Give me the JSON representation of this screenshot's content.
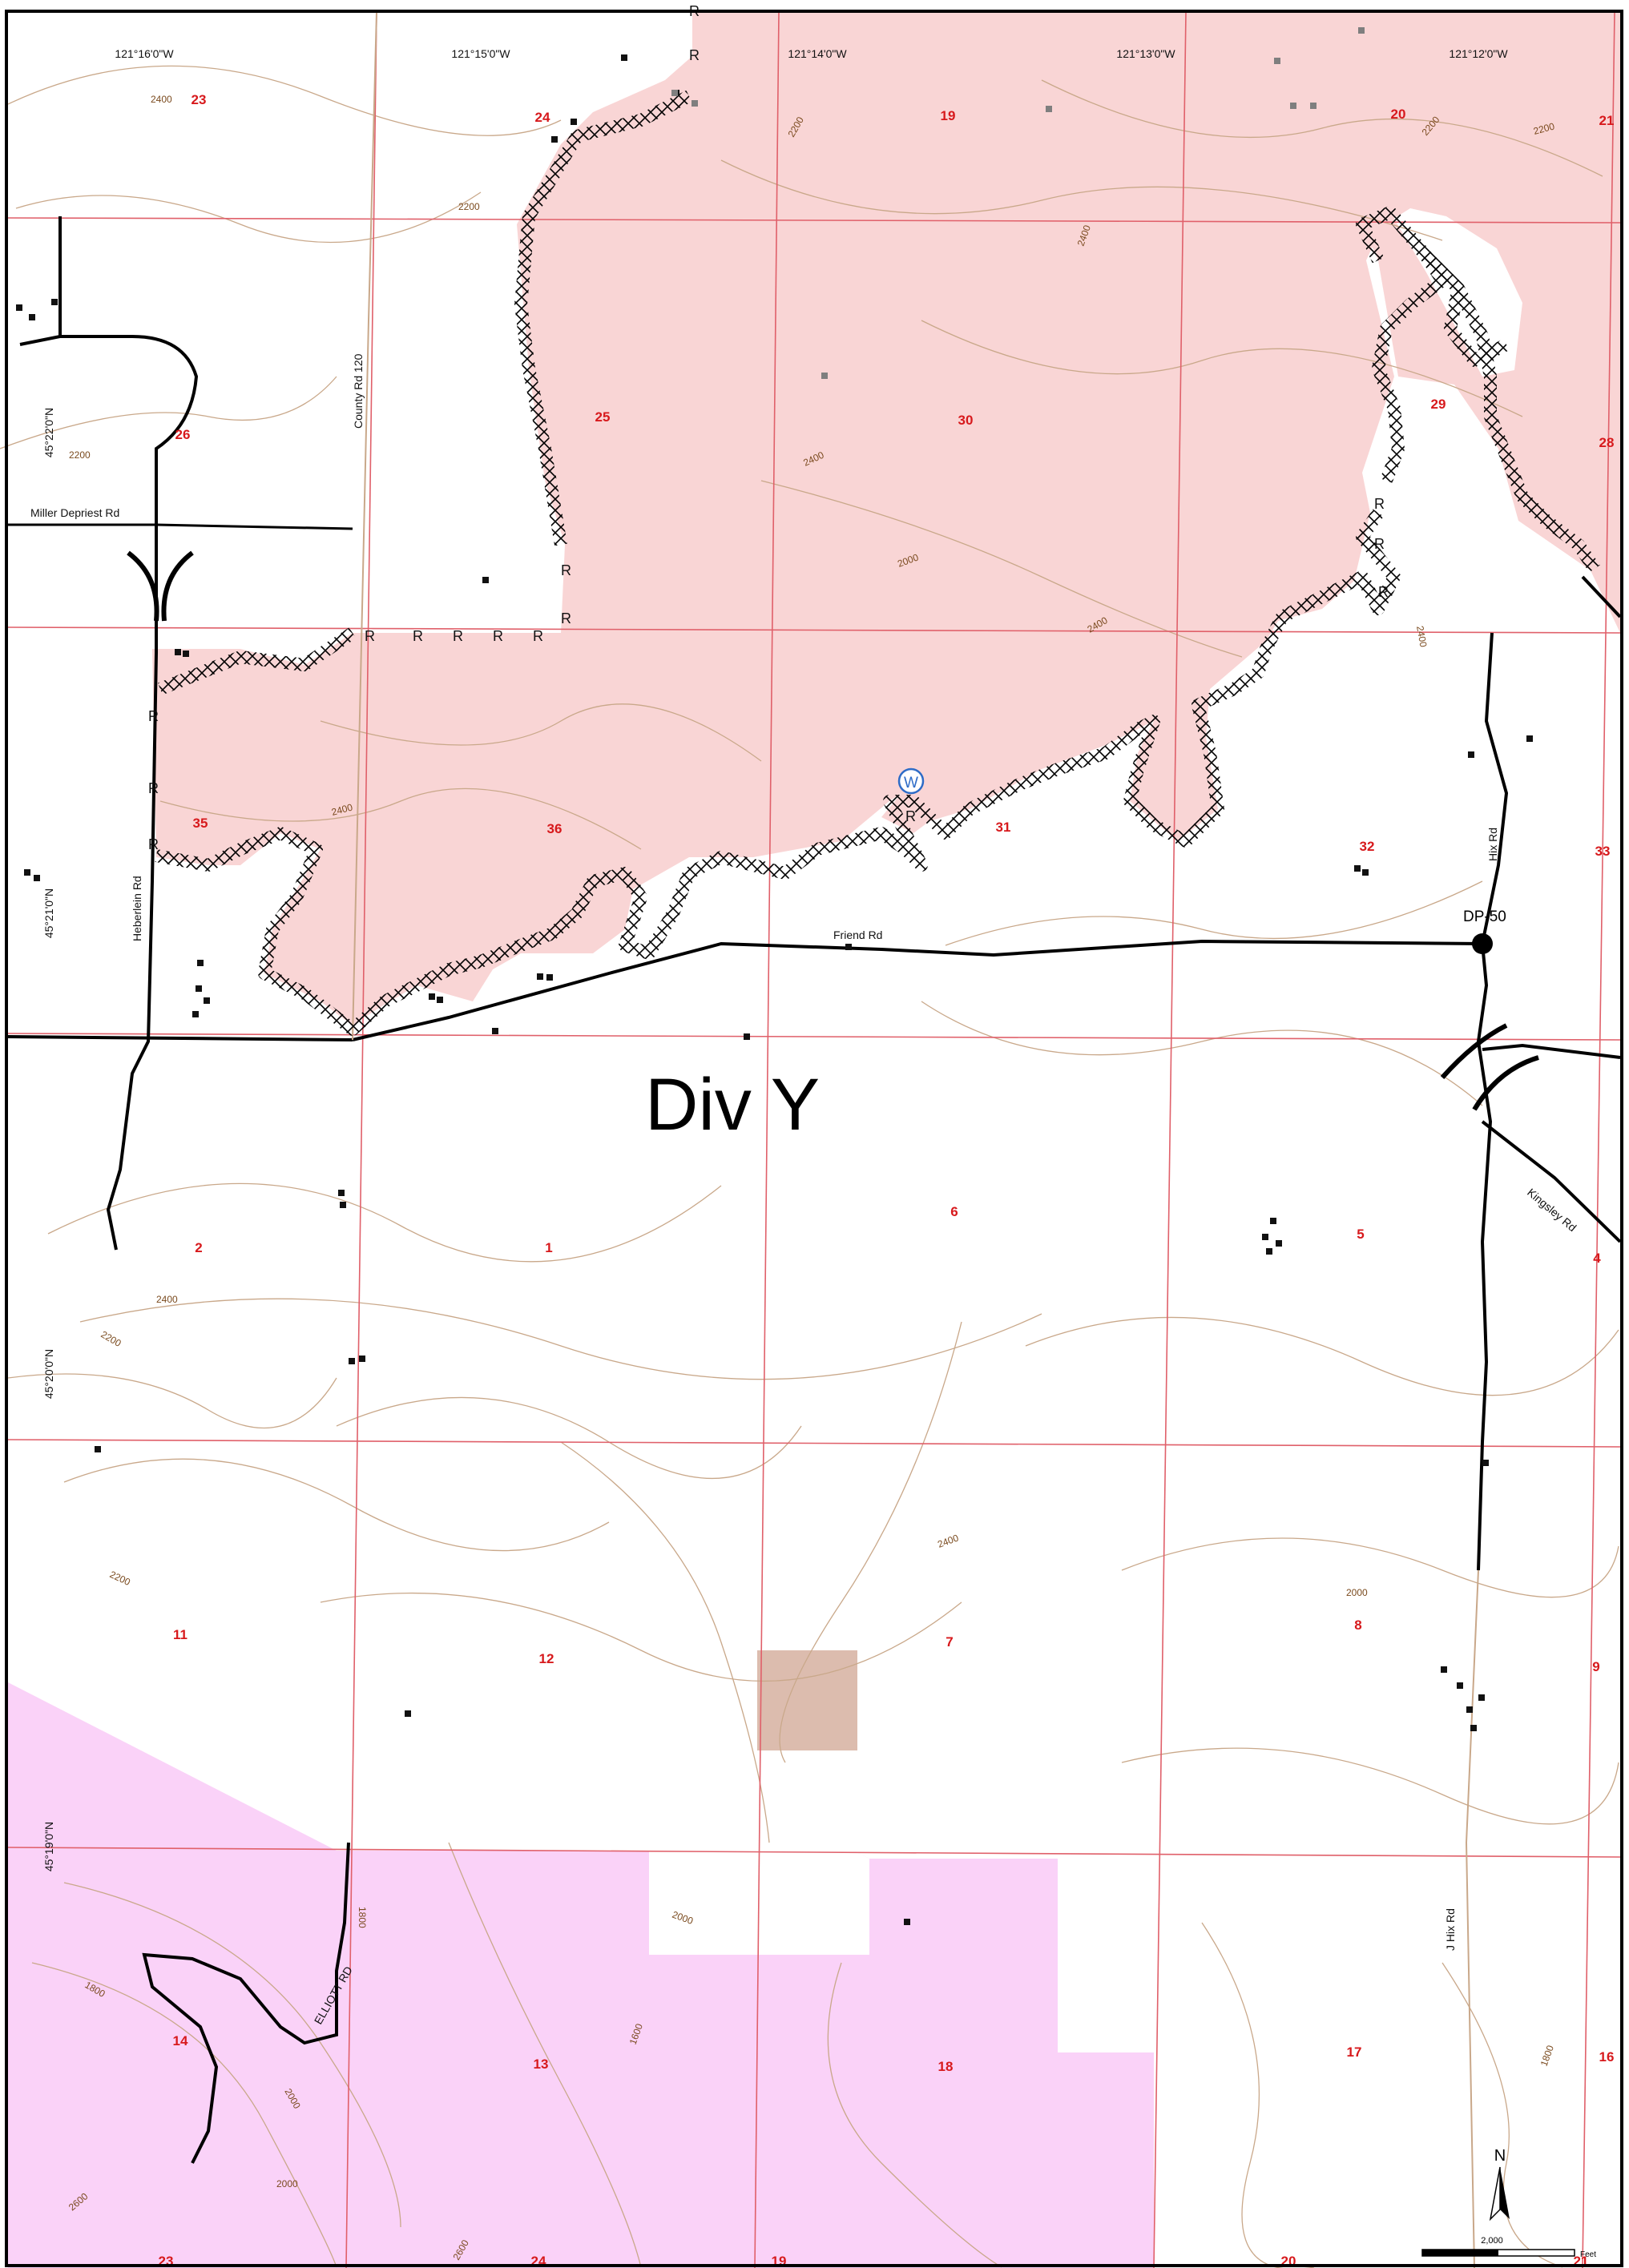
{
  "map": {
    "division_label": "Div Y",
    "drop_point": "DP-50",
    "water_symbol": "W",
    "north_label": "N",
    "scale_value": "2,000",
    "scale_unit": "Feet",
    "colors": {
      "burn_area": "#f9d5d5",
      "pink_land": "#fad2f8",
      "brown_parcel": "#dcbcae",
      "section_line": "#e0606a",
      "contour": "#c9a88a",
      "road": "#000000",
      "section_number": "#d7191c"
    },
    "icons": [
      "fire-line-icon",
      "water-source-icon",
      "drop-point-icon",
      "north-arrow-icon",
      "road-gap-icon",
      "structure-icon"
    ]
  },
  "coords_top": [
    "121°16'0\"W",
    "121°15'0\"W",
    "121°14'0\"W",
    "121°13'0\"W",
    "121°12'0\"W"
  ],
  "coords_left": [
    "45°22'0\"N",
    "45°21'0\"N",
    "45°20'0\"N",
    "45°19'0\"N"
  ],
  "roads": {
    "miller": "Miller Depriest Rd",
    "county": "County Rd 120",
    "heberlein": "Heberlein Rd",
    "friend": "Friend Rd",
    "hix": "Hix Rd",
    "kingsley": "Kingsley Rd",
    "jhix": "J Hix Rd",
    "elliott": "ELLIOTT RD"
  },
  "contours": [
    "2400",
    "2200",
    "2200",
    "2200",
    "2400",
    "2200",
    "2400",
    "2000",
    "2200",
    "2400",
    "2400",
    "2400",
    "2400",
    "2200",
    "2200",
    "2400",
    "2000",
    "2000",
    "1800",
    "1800",
    "1600",
    "2000",
    "2000",
    "2600",
    "1800",
    "2600"
  ],
  "sections": [
    "23",
    "24",
    "19",
    "20",
    "21",
    "26",
    "25",
    "30",
    "29",
    "28",
    "35",
    "36",
    "31",
    "32",
    "33",
    "2",
    "1",
    "6",
    "5",
    "4",
    "11",
    "12",
    "7",
    "8",
    "9",
    "14",
    "13",
    "18",
    "17",
    "16",
    "23",
    "24",
    "19",
    "20",
    "21"
  ],
  "rr_marks": [
    "R",
    "R",
    "R",
    "R",
    "R",
    "R",
    "R",
    "R",
    "R",
    "R",
    "R",
    "R",
    "R",
    "R",
    "R",
    "R"
  ]
}
